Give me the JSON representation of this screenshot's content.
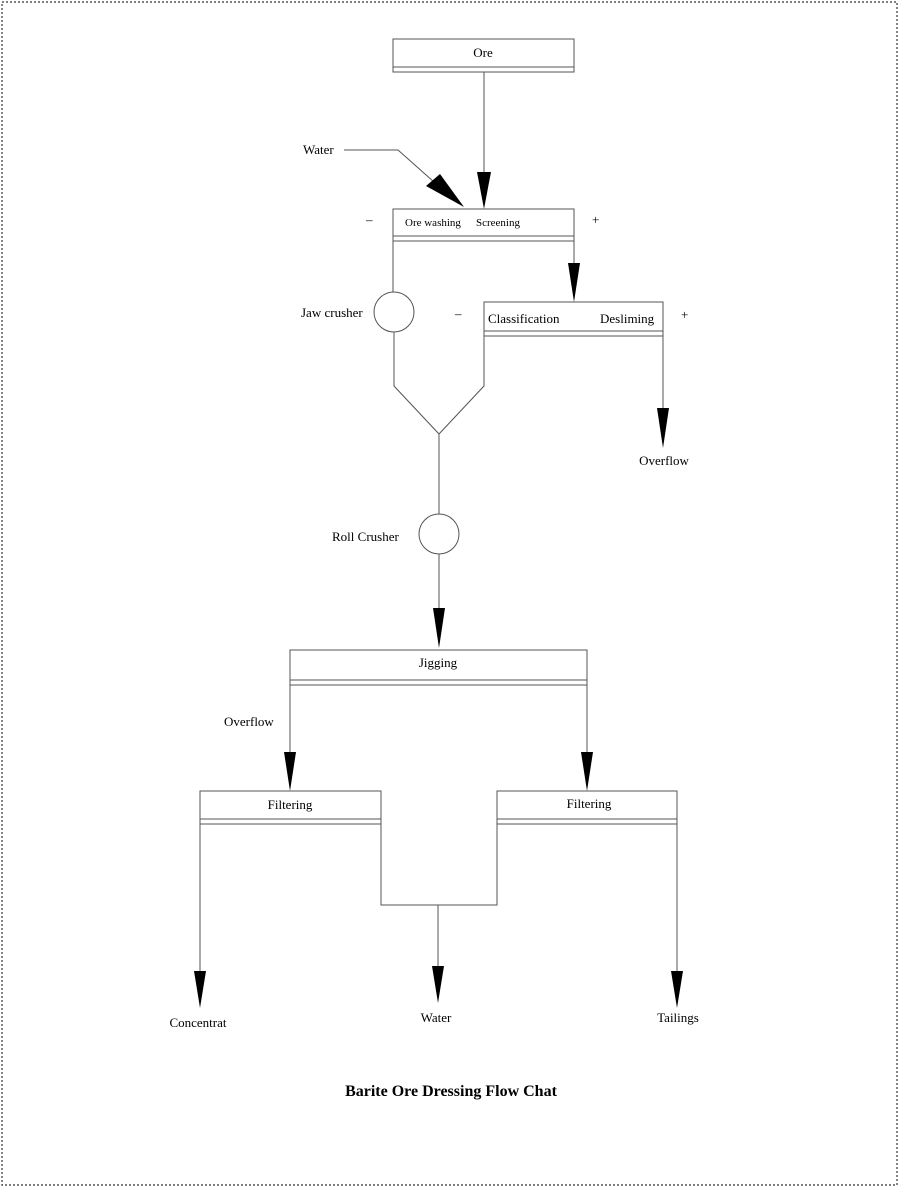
{
  "nodes": {
    "ore": "Ore",
    "ore_washing": "Ore washing",
    "screening": "Screening",
    "classification": "Classification",
    "desliming": "Desliming",
    "jigging": "Jigging",
    "filtering_left": "Filtering",
    "filtering_right": "Filtering"
  },
  "labels": {
    "water_in": "Water",
    "jaw_crusher": "Jaw crusher",
    "roll_crusher": "Roll Crusher",
    "overflow_top": "Overflow",
    "overflow_jig": "Overflow",
    "concentrat": "Concentrat",
    "water_out": "Water",
    "tailings": "Tailings",
    "screen_minus": "–",
    "screen_plus": "+",
    "class_minus": "–",
    "class_plus": "+"
  },
  "title": "Barite Ore Dressing Flow Chat"
}
